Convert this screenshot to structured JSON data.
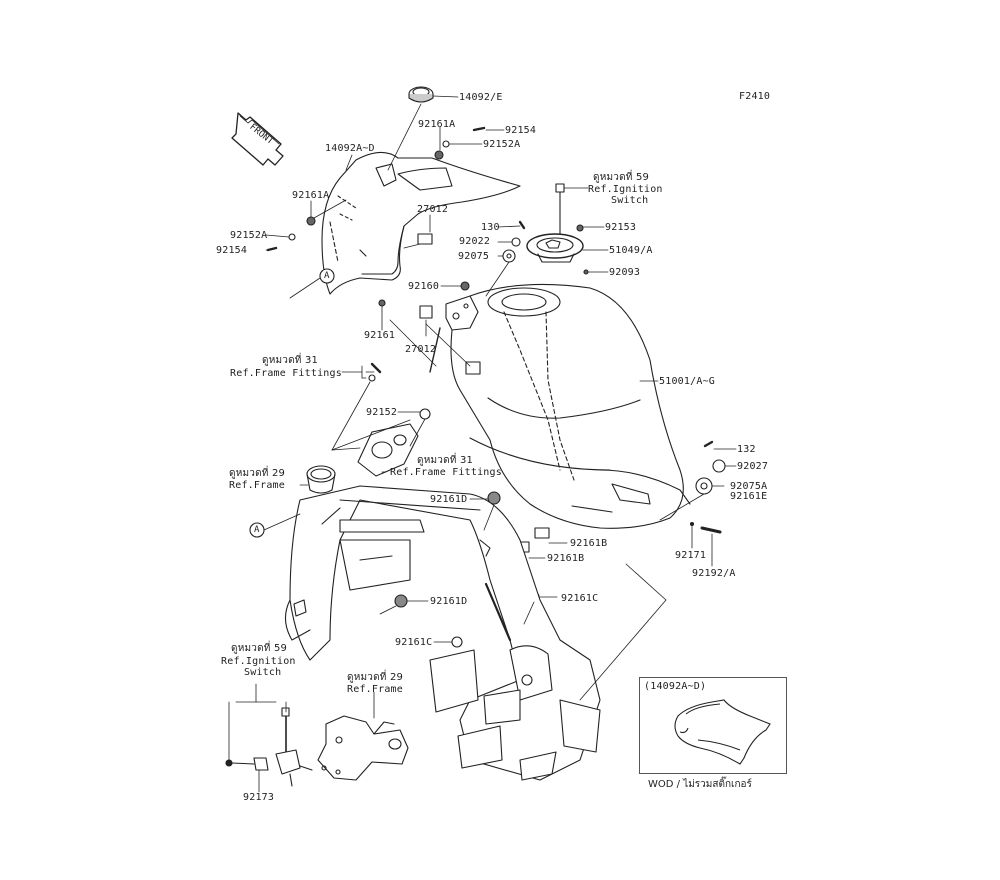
{
  "figure": {
    "code": "F2410",
    "front_arrow_label": "FRONT"
  },
  "callouts": {
    "p14092E": "14092/E",
    "p92161A_top": "92161A",
    "p92154_top": "92154",
    "p92152A_top": "92152A",
    "p14092AD": "14092A~D",
    "p92161A_left": "92161A",
    "p27012_top": "27012",
    "p92152A_left": "92152A",
    "p92154_left": "92154",
    "p130": "130",
    "p92022": "92022",
    "p92075": "92075",
    "p92153": "92153",
    "p51049A": "51049/A",
    "p92093": "92093",
    "p92160": "92160",
    "p92161": "92161",
    "p27012_mid": "27012",
    "p51001AG": "51001/A~G",
    "p92152": "92152",
    "p132": "132",
    "p92027": "92027",
    "p92075A": "92075A",
    "p92161E": "92161E",
    "p92161D_top": "92161D",
    "p92161B_1": "92161B",
    "p92161B_2": "92161B",
    "p92171": "92171",
    "p92192A": "92192/A",
    "p92161D_mid": "92161D",
    "p92161C_right": "92161C",
    "p92161C_low": "92161C",
    "p92173": "92173",
    "marker_A": "A"
  },
  "references": {
    "ignition_top": {
      "thai": "ดูหมวดที่ 59",
      "line1": "Ref.Ignition",
      "line2": "Switch"
    },
    "frame_fittings_left": {
      "thai": "ดูหมวดที่ 31",
      "line1": "Ref.Frame Fittings"
    },
    "frame_fittings_mid": {
      "thai": "ดูหมวดที่ 31",
      "line1": "Ref.Frame Fittings"
    },
    "frame_left": {
      "thai": "ดูหมวดที่ 29",
      "line1": "Ref.Frame"
    },
    "ignition_bottom": {
      "thai": "ดูหมวดที่ 59",
      "line1": "Ref.Ignition",
      "line2": "Switch"
    },
    "frame_bottom": {
      "thai": "ดูหมวดที่ 29",
      "line1": "Ref.Frame"
    }
  },
  "inset": {
    "title": "(14092A~D)",
    "caption": "WOD / ไม่รวมสติ๊กเกอร์"
  }
}
